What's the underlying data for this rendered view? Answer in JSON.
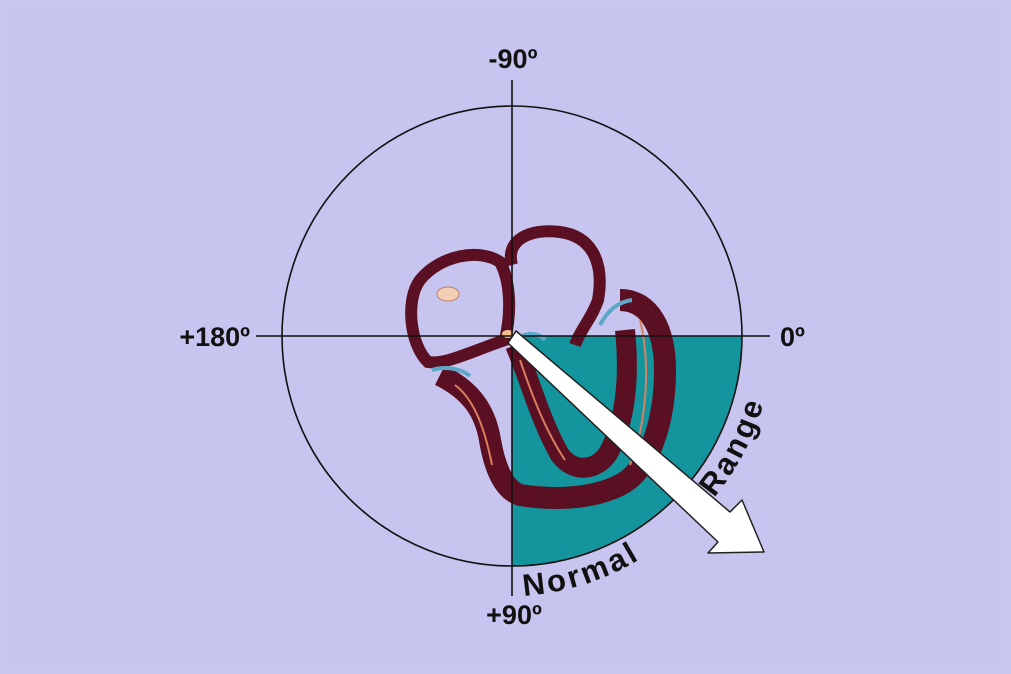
{
  "axes": {
    "top_label": "-90º",
    "right_label": "0º",
    "bottom_label": "+90º",
    "left_label": "+180º"
  },
  "sector": {
    "label_word_1": "Normal",
    "label_word_2": "Range",
    "start_deg": 0,
    "end_deg": 90
  },
  "colors": {
    "background": "#c7c4ef",
    "sector_fill": "#14959e",
    "heart_wall": "#5a0f22",
    "arrow_fill": "#ffffff"
  },
  "icons": {
    "heart": "heart-cross-section-icon",
    "arrow": "axis-arrow-icon"
  }
}
